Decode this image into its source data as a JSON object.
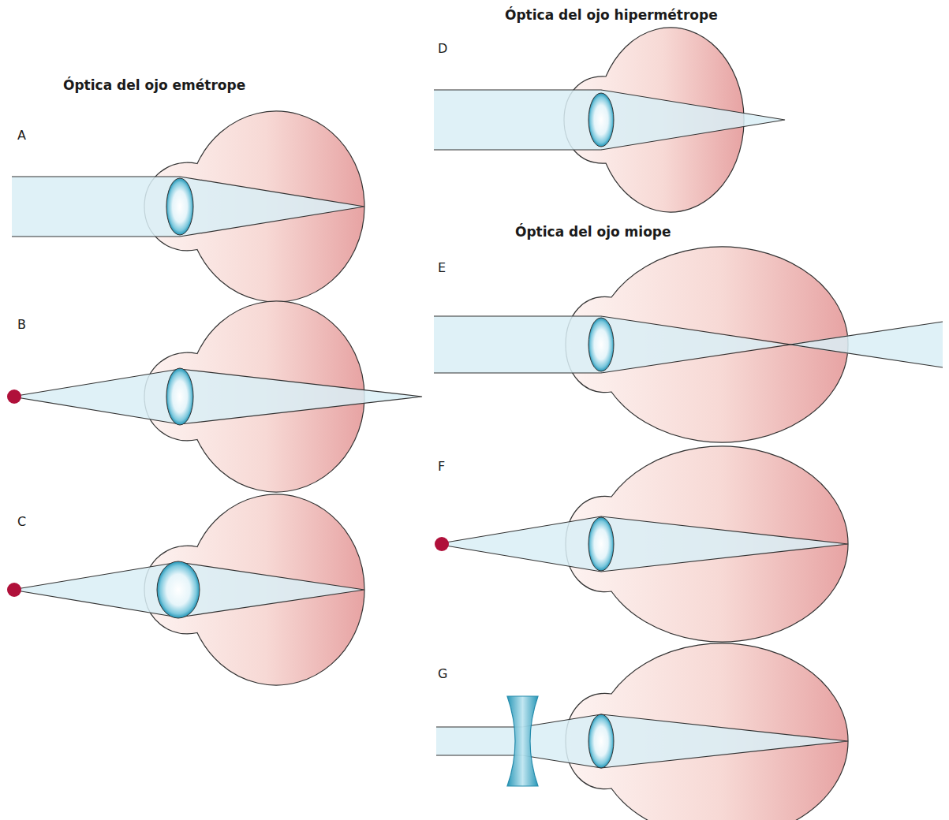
{
  "diagram": {
    "labels": [
      "Óptica del ojo emétrope",
      "A",
      "B",
      "C",
      "Óptica del ojo hipermétrope",
      "D",
      "Óptica del ojo miope",
      "E",
      "F",
      "G"
    ]
  }
}
